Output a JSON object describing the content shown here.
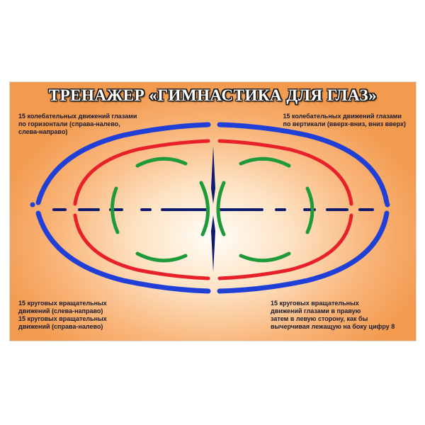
{
  "title": "ТРЕНАЖЕР «ГИМНАСТИКА ДЛЯ ГЛАЗ»",
  "captions": {
    "top_left": [
      "15 колебательных движений глазами",
      "по горизонтали (справа-налево,",
      "слева-направо)"
    ],
    "top_right": [
      "15 колебательных движений глазами",
      "по вертикали (вверх-вниз, вниз вверх)"
    ],
    "bottom_left": [
      "15 круговых вращательных",
      "движений (слева-направо)",
      "15 круговых вращательных",
      "движений (справа-налево)"
    ],
    "bottom_right": [
      "15 круговых вращательных",
      "движений глазами в правую",
      "затем в левую сторону, как бы",
      "вычерчивая лежащую на боку цифру 8"
    ]
  },
  "colors": {
    "outer_ellipse": "#1f3fd6",
    "inner_ellipse": "#e8202a",
    "figure_eight": "#1e9a3a",
    "axes": "#0d1a6e",
    "background_center": "#fffdf8",
    "background_edge": "#f29a4e"
  }
}
